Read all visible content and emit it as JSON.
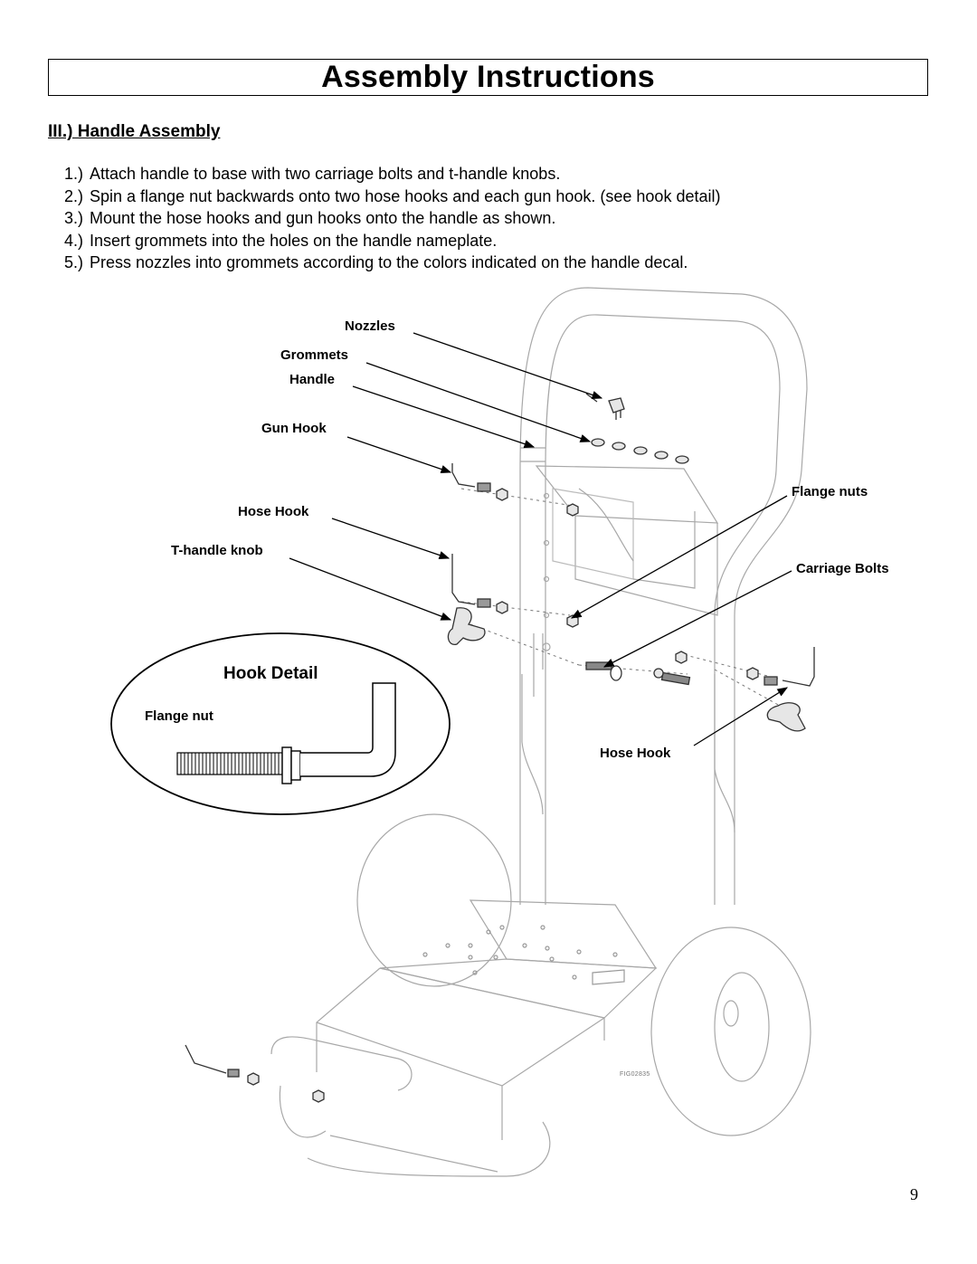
{
  "page": {
    "title": "Assembly Instructions",
    "page_number": "9"
  },
  "section": {
    "heading": "III.) Handle Assembly",
    "steps": [
      {
        "num": "1.)",
        "text": "Attach handle to base with two carriage bolts and t-handle knobs."
      },
      {
        "num": "2.)",
        "text": "Spin a flange nut backwards onto two hose hooks and each gun hook. (see hook detail)"
      },
      {
        "num": "3.)",
        "text": "Mount the hose hooks and gun hooks onto the handle as shown."
      },
      {
        "num": "4.)",
        "text": "Insert grommets into the holes on the handle nameplate."
      },
      {
        "num": "5.)",
        "text": "Press nozzles into grommets according to the colors indicated on the handle decal."
      }
    ]
  },
  "diagram": {
    "labels": {
      "nozzles": "Nozzles",
      "grommets": "Grommets",
      "handle": "Handle",
      "gun_hook": "Gun Hook",
      "hose_hook_left": "Hose Hook",
      "t_handle_knob": "T-handle knob",
      "flange_nuts": "Flange nuts",
      "carriage_bolts": "Carriage Bolts",
      "hose_hook_right": "Hose Hook"
    },
    "hook_detail": {
      "title": "Hook Detail",
      "flange_nut_label": "Flange nut"
    },
    "figure_code": "FIG02835"
  }
}
